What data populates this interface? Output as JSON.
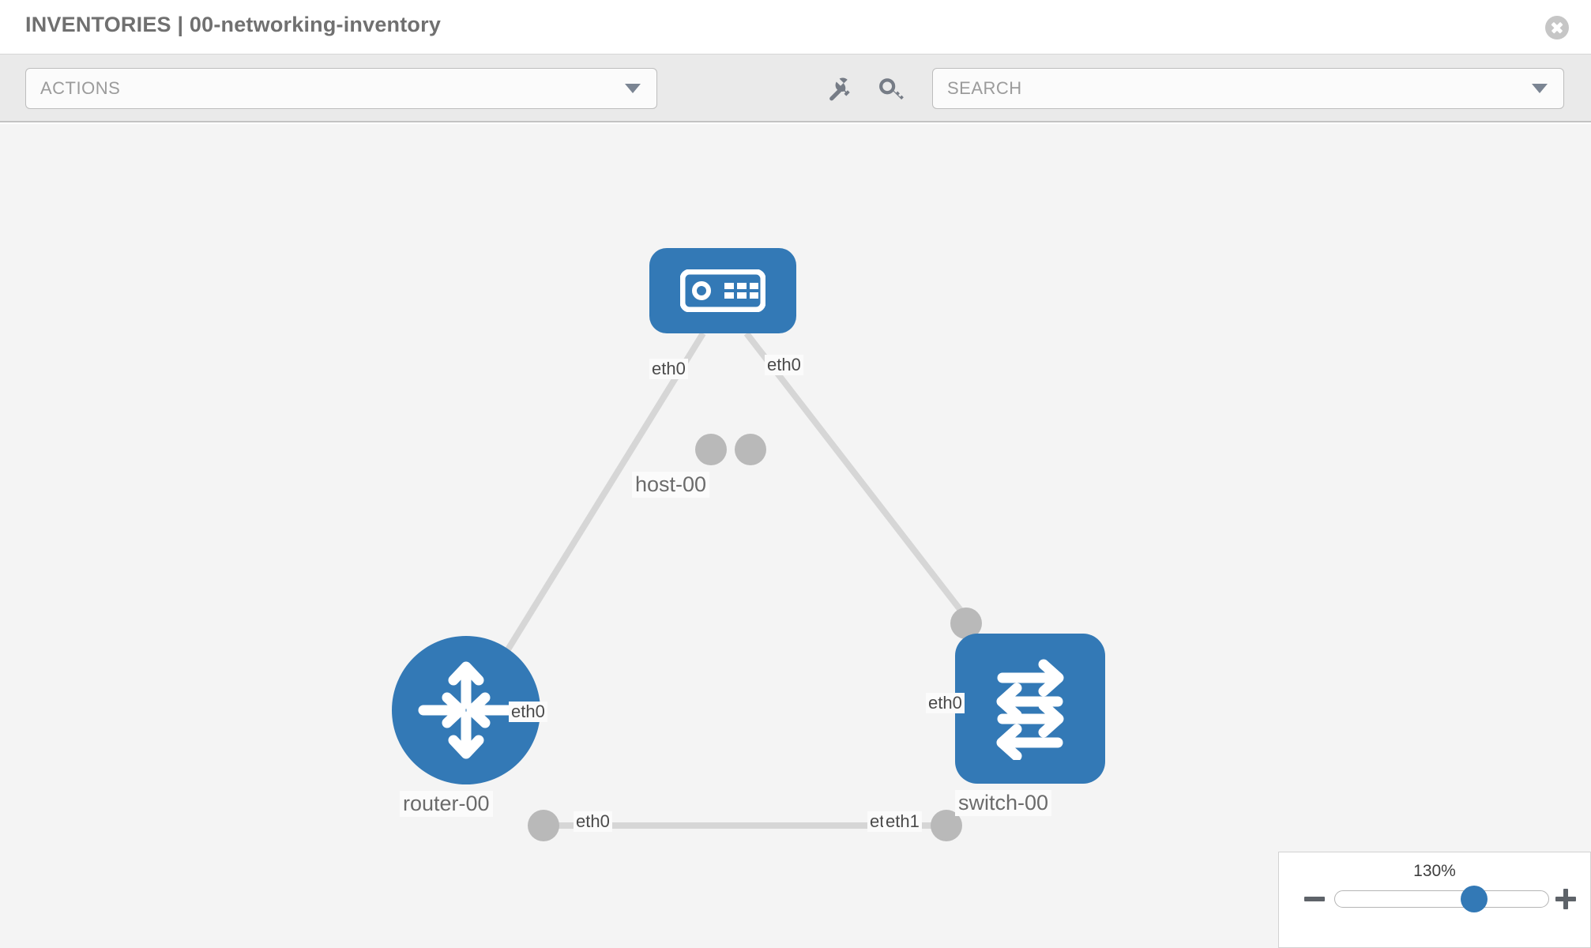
{
  "header": {
    "title": "INVENTORIES | 00-networking-inventory",
    "close_icon": "close-circle-icon"
  },
  "toolbar": {
    "actions_select": {
      "label": "ACTIONS",
      "caret_icon": "chevron-down-icon"
    },
    "search_select": {
      "placeholder": "SEARCH",
      "label": "SEARCH",
      "caret_icon": "chevron-down-icon"
    },
    "wrench_icon": "wrench-icon",
    "key_icon": "key-icon"
  },
  "topology": {
    "nodes": [
      {
        "id": "host-00",
        "label": "host-00",
        "type": "host",
        "icon": "server-device-icon"
      },
      {
        "id": "router-00",
        "label": "router-00",
        "type": "router",
        "icon": "router-arrows-icon"
      },
      {
        "id": "switch-00",
        "label": "switch-00",
        "type": "switch",
        "icon": "switch-arrows-icon"
      }
    ],
    "links": [
      {
        "source": "host-00",
        "target": "router-00",
        "source_interface": "eth0",
        "target_interface": "eth0"
      },
      {
        "source": "host-00",
        "target": "switch-00",
        "source_interface": "eth0",
        "target_interface": "eth0"
      },
      {
        "source": "router-00",
        "target": "switch-00",
        "source_interface": "eth0",
        "target_interface": "eth1"
      }
    ],
    "edge_labels": {
      "host_left": "eth0",
      "host_right": "eth0",
      "router_up": "eth0",
      "switch_up": "eth0",
      "router_right": "eth0",
      "switch_left_hidden": "eth0",
      "switch_left": "eth1"
    },
    "node_colors": {
      "node_fill": "#3379b6",
      "connector_fill": "#b9b9b9",
      "link_stroke": "#d6d6d6",
      "canvas_background": "#f4f4f4"
    }
  },
  "zoom_control": {
    "value_label": "130%",
    "minus_label": "zoom-out",
    "plus_label": "zoom-in",
    "thumb_position_percent": 65
  }
}
